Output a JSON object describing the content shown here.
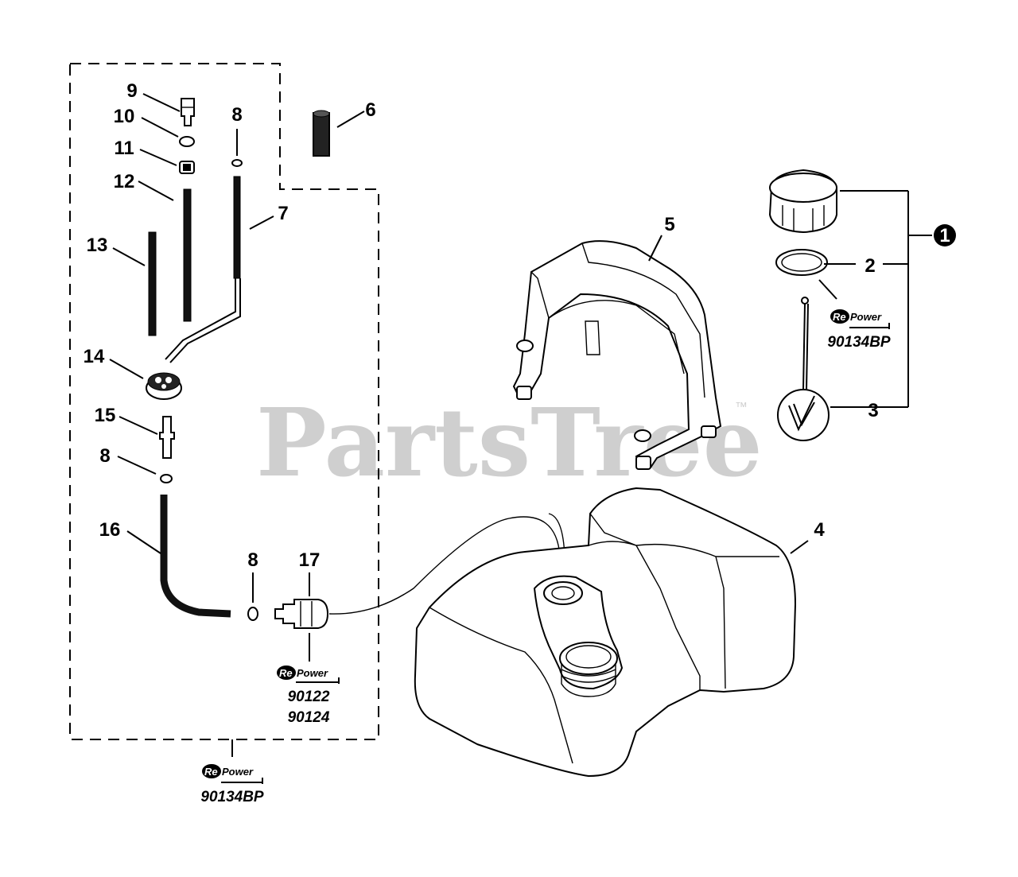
{
  "watermark": {
    "text": "PartsTree",
    "tm": "™"
  },
  "callouts": {
    "c1": "1",
    "c2": "2",
    "c3": "3",
    "c4": "4",
    "c5": "5",
    "c6": "6",
    "c7": "7",
    "c8a": "8",
    "c8b": "8",
    "c8c": "8",
    "c9": "9",
    "c10": "10",
    "c11": "11",
    "c12": "12",
    "c13": "13",
    "c14": "14",
    "c15": "15",
    "c16": "16",
    "c17": "17"
  },
  "repower_logos": {
    "re": "Re",
    "power": "Power"
  },
  "part_numbers": {
    "cap_kit": "90134BP",
    "valve_a": "90122",
    "valve_b": "90124",
    "line_kit": "90134BP"
  },
  "colors": {
    "line": "#000000",
    "watermark": "#cfcfcf",
    "background": "#ffffff"
  }
}
